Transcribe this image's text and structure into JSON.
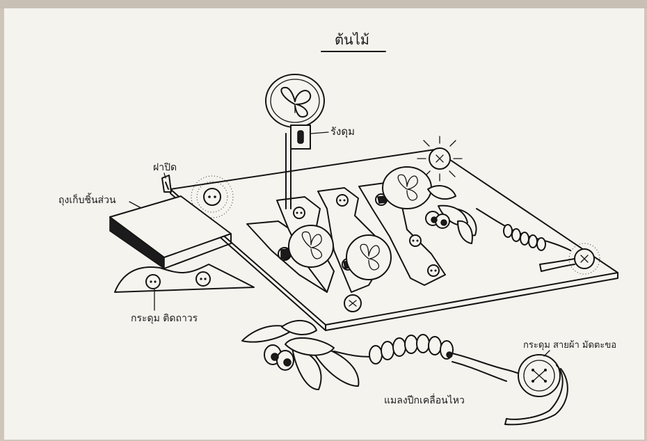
{
  "labels": {
    "title": "ต้นไม้",
    "button_hole": "รังดุม",
    "lid": "ฝาปิด",
    "storage_pocket": "ถุงเก็บชิ้นส่วน",
    "buttons_sewn": "กระดุม ติดถาวร",
    "caterpillar": "แมลงปีกเคลื่อนไหว",
    "button_strap": "กระดุม สายผ้า มัดตะขอ"
  },
  "colors": {
    "paper": "#f6f4ee",
    "ink": "#141414",
    "background_edge": "#cfc6bb"
  }
}
